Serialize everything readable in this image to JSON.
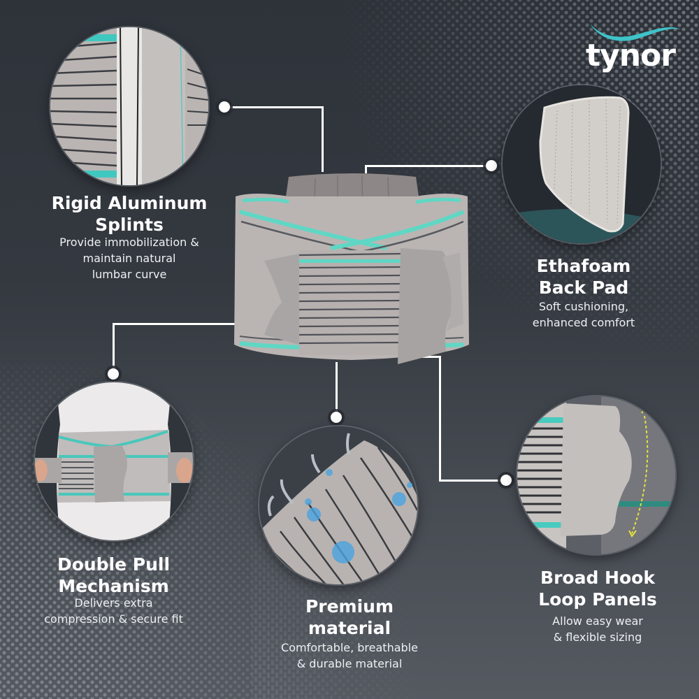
{
  "brand": {
    "name": "tynor",
    "swoosh_color": "#3ec3c9"
  },
  "colors": {
    "background_top": "#2e333a",
    "background_bottom": "#555a61",
    "accent_teal": "#5fd7c4",
    "fabric_gray": "#b9b4b2",
    "stripe_dark": "#4b4d52",
    "connector": "#ffffff"
  },
  "product": {
    "name": "lumbar-support-belt",
    "icon": "back-brace-image"
  },
  "features": [
    {
      "id": "rigid-aluminum-splints",
      "title_lines": [
        "Rigid Aluminum",
        "Splints"
      ],
      "desc_lines": [
        "Provide immobilization &",
        "maintain natural",
        "lumbar curve"
      ],
      "icon": "aluminum-splint-closeup"
    },
    {
      "id": "ethafoam-back-pad",
      "title_lines": [
        "Ethafoam",
        "Back Pad"
      ],
      "desc_lines": [
        "Soft cushioning,",
        "enhanced comfort"
      ],
      "icon": "back-pad-closeup"
    },
    {
      "id": "double-pull-mechanism",
      "title_lines": [
        "Double Pull",
        "Mechanism"
      ],
      "desc_lines": [
        "Delivers extra",
        "compression & secure fit"
      ],
      "icon": "belt-worn-on-torso"
    },
    {
      "id": "premium-material",
      "title_lines": [
        "Premium",
        "material"
      ],
      "desc_lines": [
        "Comfortable, breathable",
        "& durable material"
      ],
      "icon": "breathable-fabric-closeup"
    },
    {
      "id": "broad-hook-loop-panels",
      "title_lines": [
        "Broad Hook",
        "Loop Panels"
      ],
      "desc_lines": [
        "Allow easy wear",
        "& flexible sizing"
      ],
      "icon": "hook-loop-panel-closeup"
    }
  ]
}
